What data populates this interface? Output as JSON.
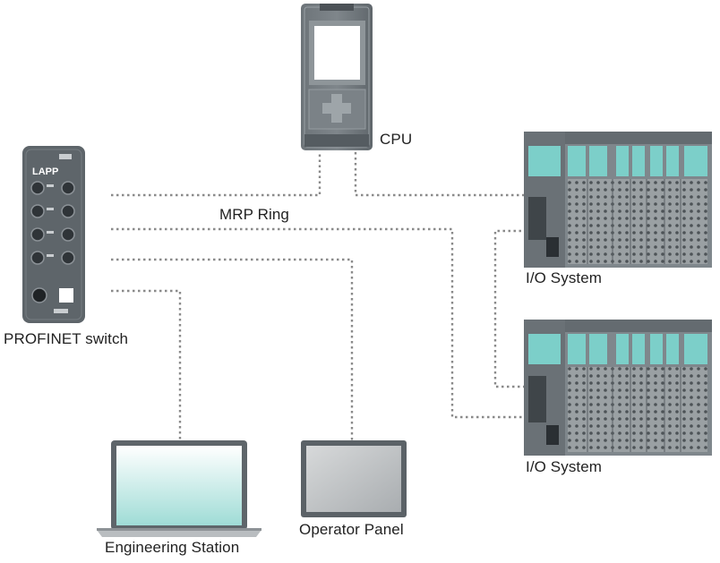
{
  "devices": {
    "cpu": {
      "label": "CPU",
      "icon": "plc-cpu-icon"
    },
    "switch": {
      "label": "PROFINET switch",
      "brand": "LAPP",
      "icon": "ethernet-switch-icon"
    },
    "io_system_1": {
      "label": "I/O System",
      "icon": "io-rack-icon"
    },
    "io_system_2": {
      "label": "I/O System",
      "icon": "io-rack-icon"
    },
    "engineering_station": {
      "label": "Engineering Station",
      "icon": "laptop-icon"
    },
    "operator_panel": {
      "label": "Operator Panel",
      "icon": "hmi-panel-icon"
    }
  },
  "network": {
    "ring_label": "MRP Ring"
  },
  "colors": {
    "link": "#8a8a8a",
    "device_body": "#5f666c",
    "io_teal": "#7ccfc9",
    "screen_teal": "#cdeeec"
  }
}
